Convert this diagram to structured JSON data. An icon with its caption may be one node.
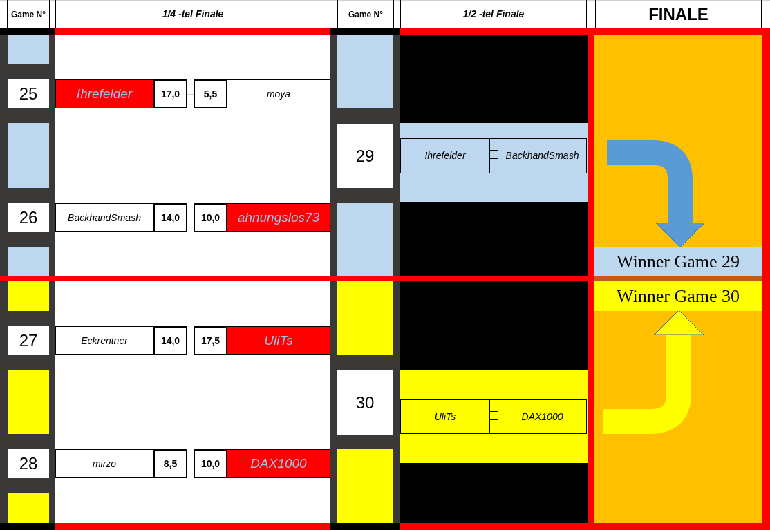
{
  "diagram": {
    "nodes": [
      {
        "text": [
          "Winner Game 29"
        ]
      },
      {
        "text": [
          "Winner Game 30"
        ]
      }
    ],
    "edges": [
      {
        "from": null,
        "to": 0,
        "arrow": "to",
        "color": "#5b9bd5"
      },
      {
        "from": null,
        "to": 1,
        "arrow": "to",
        "color": "#ffff00"
      }
    ],
    "labels": [
      "Game N°",
      "1/4 -tel Finale",
      "Game N°",
      "1/2 -tel Finale",
      "FINALE",
      "25",
      "Ihrefelder",
      "17,0",
      "5,5",
      "moya",
      "29",
      "Ihrefelder",
      "BackhandSmash",
      "26",
      "BackhandSmash",
      "14,0",
      "10,0",
      "ahnungslos73",
      "27",
      "Eckrentner",
      "14,0",
      "17,5",
      "UliTs",
      "30",
      "UliTs",
      "DAX1000",
      "28",
      "mirzo",
      "8,5",
      "10,0",
      "DAX1000"
    ]
  }
}
